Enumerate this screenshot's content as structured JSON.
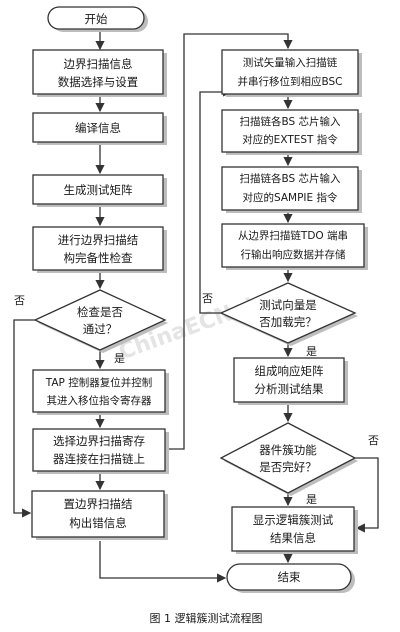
{
  "colors": {
    "stroke": "#333333",
    "fill": "#ffffff",
    "shadow": "#bdbdbd",
    "watermark": "#cfcfcf"
  },
  "nodes": {
    "start": "开始",
    "info_select": [
      "边界扫描信息",
      "数据选择与设置"
    ],
    "compile": "编译信息",
    "gen_matrix": "生成测试矩阵",
    "integrity": [
      "进行边界扫描结",
      "构完备性检查"
    ],
    "pass_check": [
      "检查是否",
      "通过？"
    ],
    "tap_reset": [
      "TAP 控制器复位并控制",
      "其进入移位指令寄存器"
    ],
    "select_reg": [
      "选择边界扫描寄存",
      "器连接在扫描链上"
    ],
    "error_info": [
      "置边界扫描结",
      "构出错信息"
    ],
    "shift_vector": [
      "测试矢量输入扫描链",
      "并串行移位到相应BSC"
    ],
    "extest": [
      "扫描链各BS 芯片输入",
      "对应的EXTEST 指令"
    ],
    "sample": [
      "扫描链各BS 芯片输入",
      "对应的SAMPIE 指令"
    ],
    "tdo_out": [
      "从边界扫描链TDO 端串",
      "行输出响应数据并存储"
    ],
    "vectors_done": [
      "测试向量是",
      "否加载完？"
    ],
    "response_matrix": [
      "组成响应矩阵",
      "分析测试结果"
    ],
    "device_ok": [
      "器件簇功能",
      "是否完好？"
    ],
    "show_info": [
      "显示逻辑簇测试",
      "结果信息"
    ],
    "end": "结束"
  },
  "labels": {
    "pass_no": "否",
    "pass_yes": "是",
    "vectors_no": "否",
    "vectors_yes": "是",
    "device_no": "否",
    "device_yes": "是"
  },
  "watermark": "ChinaECNet",
  "caption": "图 1 逻辑簇测试流程图"
}
